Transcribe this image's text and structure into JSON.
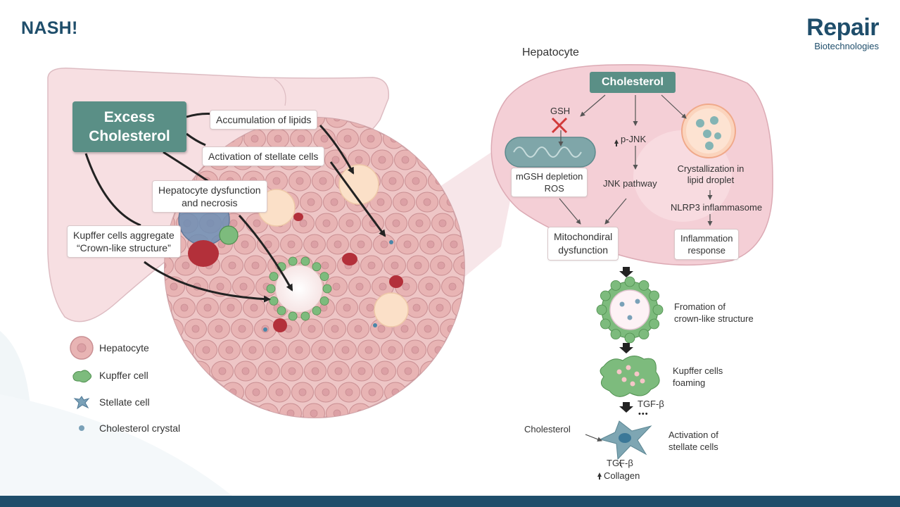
{
  "slide_title": "NASH!",
  "logo": {
    "brand": "Repair",
    "sub": "Biotechnologies"
  },
  "liver": {
    "excess_cholesterol": {
      "line1": "Excess",
      "line2": "Cholesterol"
    },
    "labels": {
      "accumulation_lipids": "Accumulation of lipids",
      "activation_stellate": "Activation of stellate cells",
      "hepatocyte_dysfunction_1": "Hepatocyte dysfunction",
      "hepatocyte_dysfunction_2": "and necrosis",
      "kupffer_aggregate_1": "Kupffer cells aggregate",
      "kupffer_aggregate_2": "“Crown-like structure”"
    }
  },
  "legend": [
    {
      "label": "Hepatocyte",
      "icon": "hepatocyte-icon"
    },
    {
      "label": "Kupffer cell",
      "icon": "kupffer-cell-icon"
    },
    {
      "label": "Stellate cell",
      "icon": "stellate-cell-icon"
    },
    {
      "label": "Cholesterol crystal",
      "icon": "cholesterol-crystal-icon"
    }
  ],
  "hepatocyte_panel": {
    "title": "Hepatocyte",
    "cholesterol": "Cholesterol",
    "gsh": "GSH",
    "p_jnk": "p-JNK",
    "mgsh_1": "mGSH depletion",
    "mgsh_2": "ROS",
    "jnk_pathway": "JNK pathway",
    "crystallization_1": "Crystallization in",
    "crystallization_2": "lipid droplet",
    "nlrp3": "NLRP3 inflammasome",
    "mito_1": "Mitochondiral",
    "mito_2": "dysfunction",
    "inflam_1": "Inflammation",
    "inflam_2": "response"
  },
  "cascade": {
    "formation_1": "Fromation of",
    "formation_2": "crown-like structure",
    "foaming_1": "Kupffer cells",
    "foaming_2": "foaming",
    "tgf_top": "TGF-β",
    "dots": "•••",
    "cholesterol": "Cholesterol",
    "activation_1": "Activation of",
    "activation_2": "stellate cells",
    "tgf_bottom": "TGF-β",
    "collagen": "Collagen"
  },
  "colors": {
    "brand": "#1f4e6b",
    "teal_box": "#5a8f86",
    "hepatocyte": "#e8b4b4",
    "kupffer": "#7dbb7d",
    "red_cell": "#b3303a"
  }
}
